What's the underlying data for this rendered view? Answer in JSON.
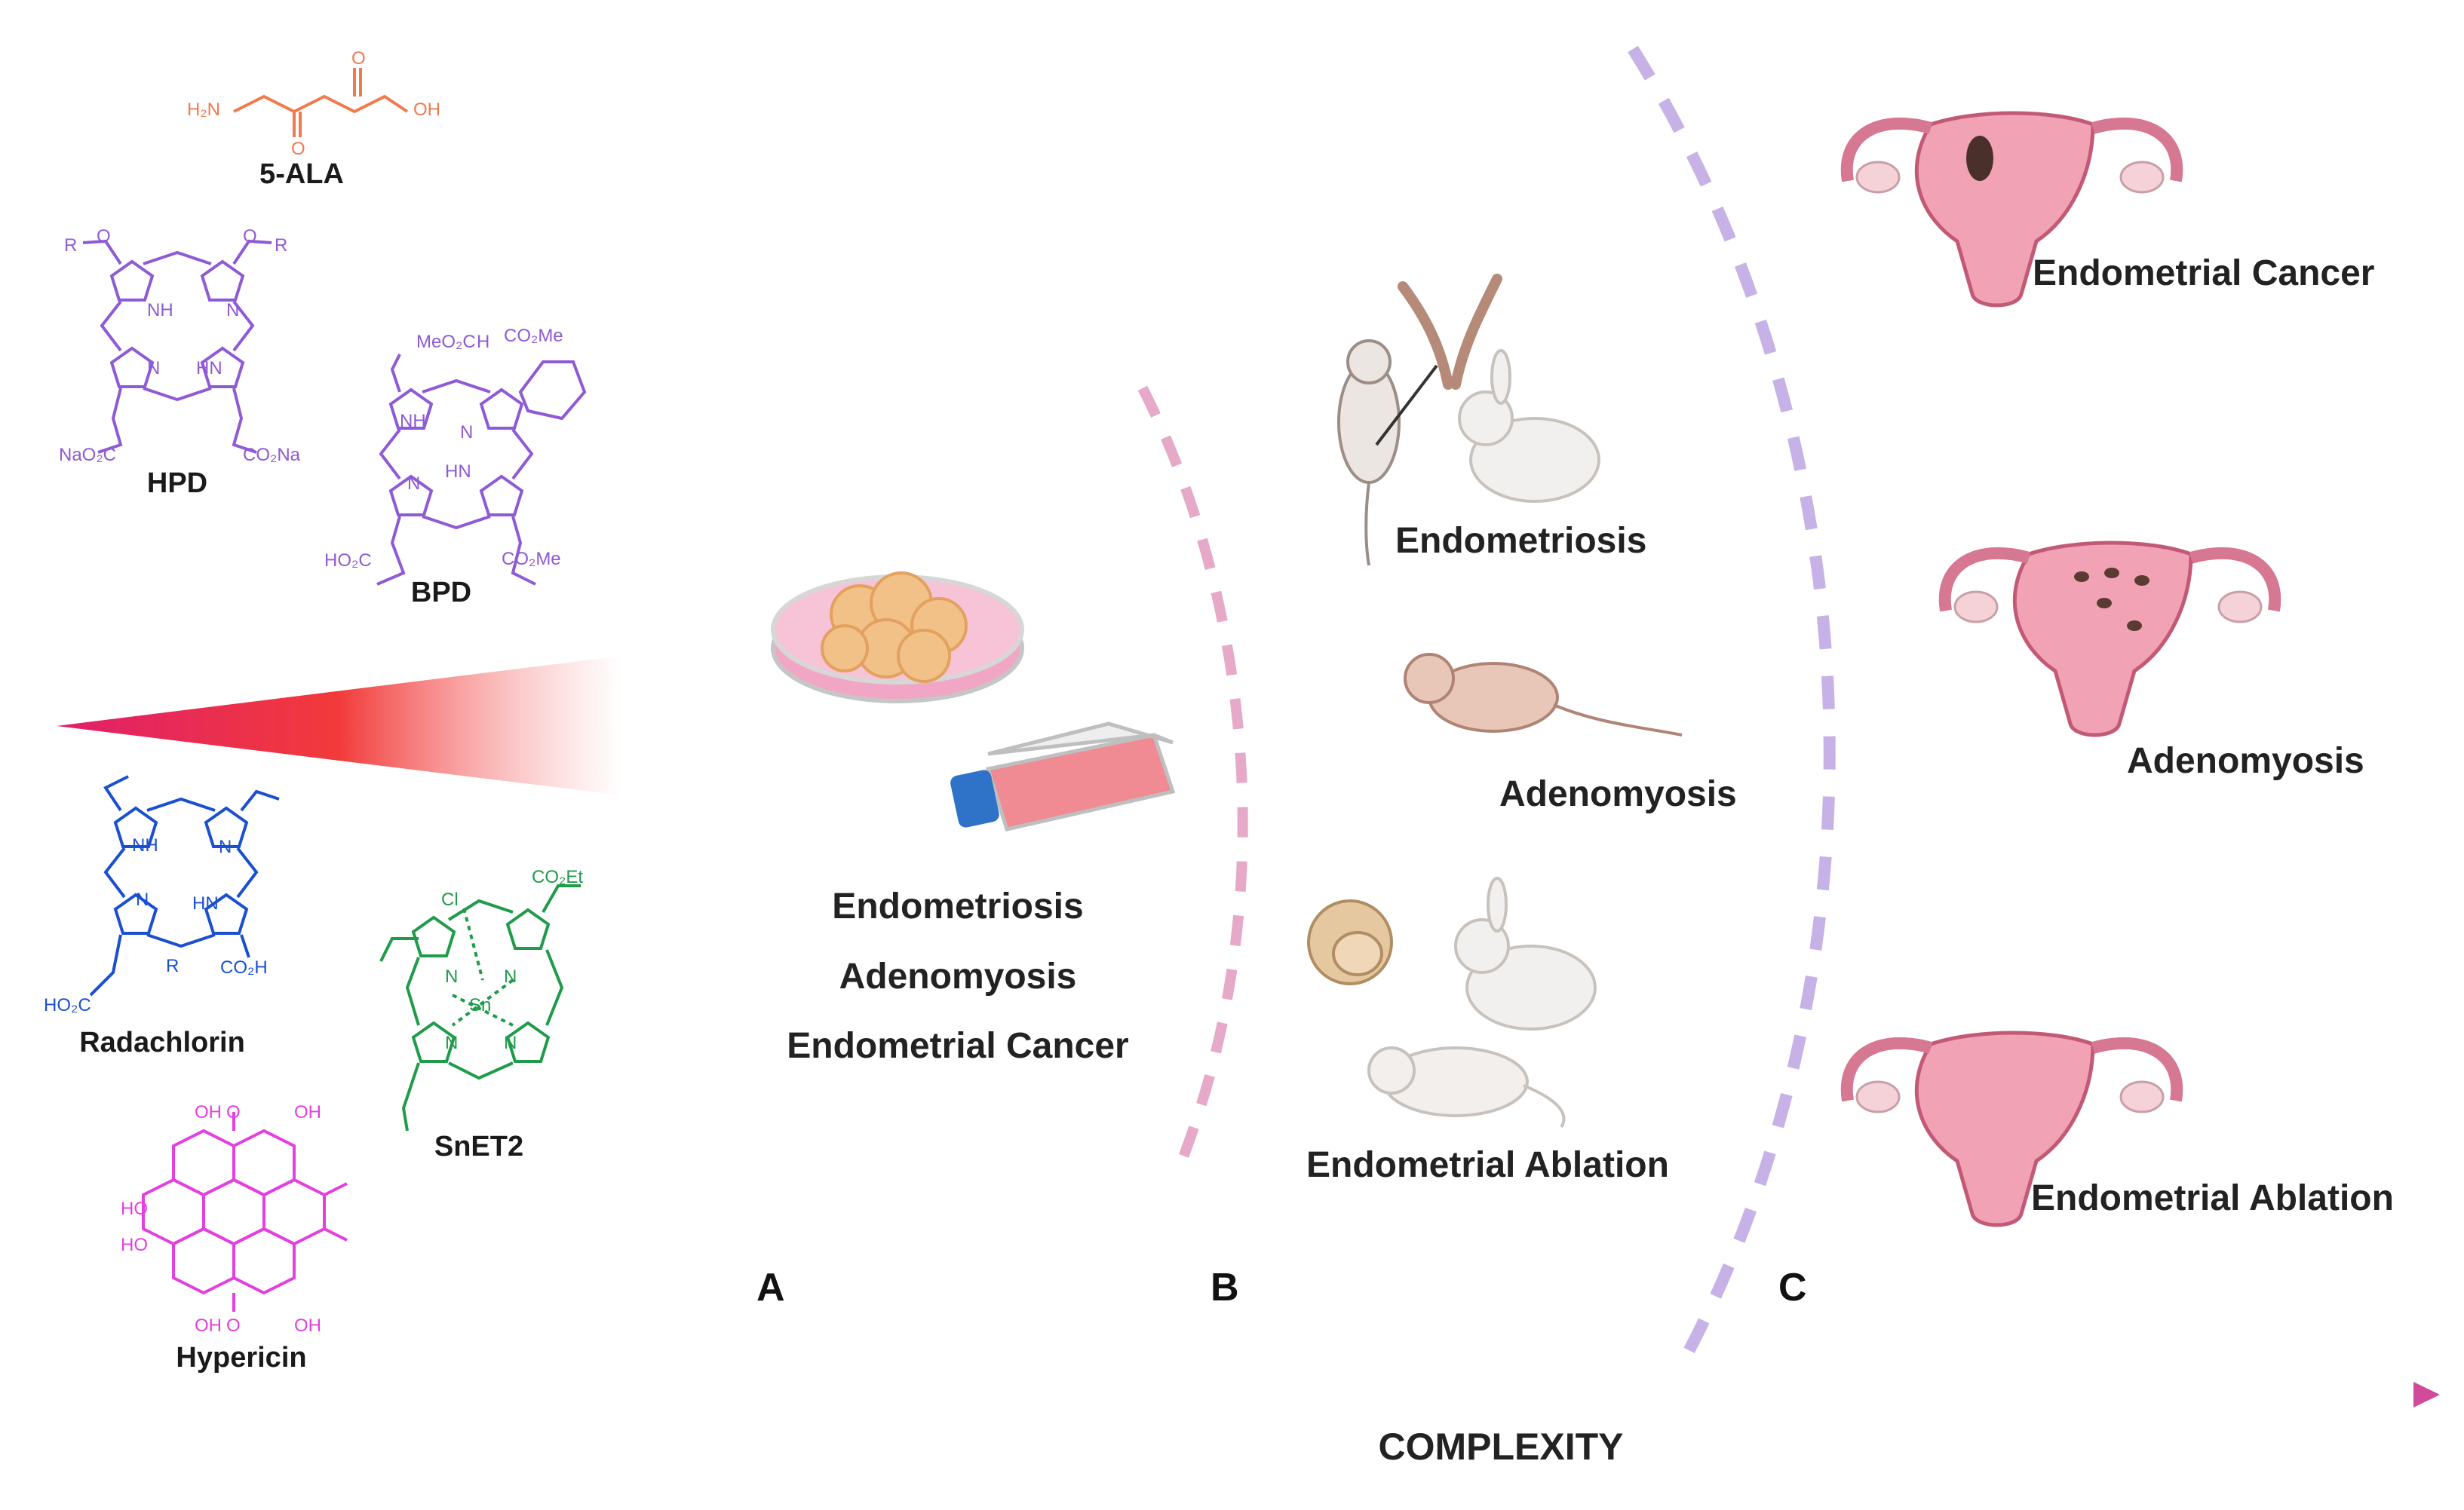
{
  "molecules": {
    "ala": {
      "name": "5-ALA",
      "color": "#f07a4e",
      "nh2": "H₂N",
      "oh": "OH",
      "o1": "O",
      "o2": "O"
    },
    "hpd": {
      "name": "HPD",
      "color": "#8f5ad6",
      "r1": "R",
      "r2": "R",
      "o1": "O",
      "o2": "O",
      "nh": "NH",
      "hn": "HN",
      "n1": "N",
      "n2": "N",
      "ester1": "NaO₂C",
      "ester2": "CO₂Na"
    },
    "bpd": {
      "name": "BPD",
      "color": "#8f5ad6",
      "e1": "MeO₂C",
      "h": "H",
      "e2": "CO₂Me",
      "nh": "NH",
      "hn": "HN",
      "n1": "N",
      "n2": "N",
      "acid": "HO₂C",
      "e3": "CO₂Me"
    },
    "radachlorin": {
      "name": "Radachlorin",
      "color": "#1a4fd0",
      "nh": "NH",
      "hn": "HN",
      "n1": "N",
      "n2": "N",
      "r": "R",
      "acid1": "CO₂H",
      "acid2": "HO₂C"
    },
    "snet2": {
      "name": "SnET2",
      "color": "#1f9b4a",
      "cl": "Cl",
      "sn": "Sn",
      "ester": "CO₂Et",
      "n1": "N",
      "n2": "N",
      "n3": "N",
      "n4": "N"
    },
    "hypericin": {
      "name": "Hypericin",
      "color": "#e43fe0",
      "oh": "OH",
      "ho": "HO",
      "o": "O"
    }
  },
  "panel_a": {
    "letter": "A",
    "labels": [
      "Endometriosis",
      "Adenomyosis",
      "Endometrial Cancer"
    ]
  },
  "panel_b": {
    "letter": "B",
    "labels": [
      "Endometriosis",
      "Adenomyosis",
      "Endometrial Ablation"
    ]
  },
  "panel_c": {
    "letter": "C",
    "labels": [
      "Endometrial Cancer",
      "Adenomyosis",
      "Endometrial Ablation"
    ]
  },
  "axis": {
    "label": "COMPLEXITY",
    "color": "#d04b9a"
  },
  "colors": {
    "divider_b": "#e6a9c8",
    "divider_c": "#c7b2e8",
    "uterus": "#e58aa1",
    "uterus_dark": "#b84a6a",
    "gradient_start": "#e01f6a",
    "gradient_mid": "#f23a3a",
    "gradient_end": "#ffffff"
  }
}
